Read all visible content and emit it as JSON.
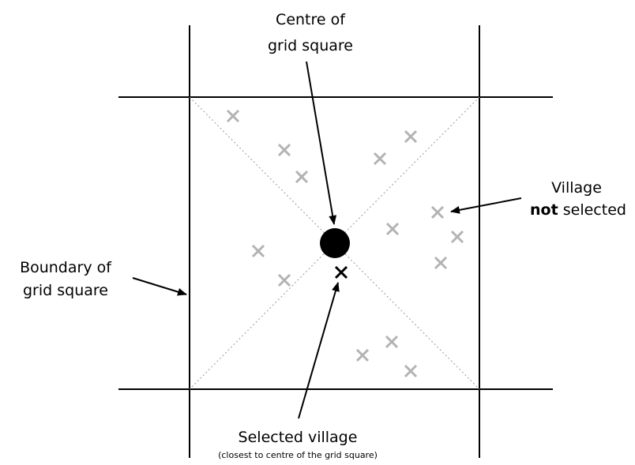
{
  "labels": {
    "centre_line1": "Centre of",
    "centre_line2": "grid square",
    "village_line1": "Village",
    "village_not": "not",
    "village_selected": " selected",
    "boundary_line1": "Boundary of",
    "boundary_line2": "grid square",
    "selected_title": "Selected village",
    "selected_note": "(closest to centre of the grid square)"
  },
  "colors": {
    "grid_line": "#000000",
    "diagonal": "#999999",
    "village_not_selected": "#b3b3b3",
    "village_selected": "#000000",
    "centre_marker": "#000000"
  }
}
